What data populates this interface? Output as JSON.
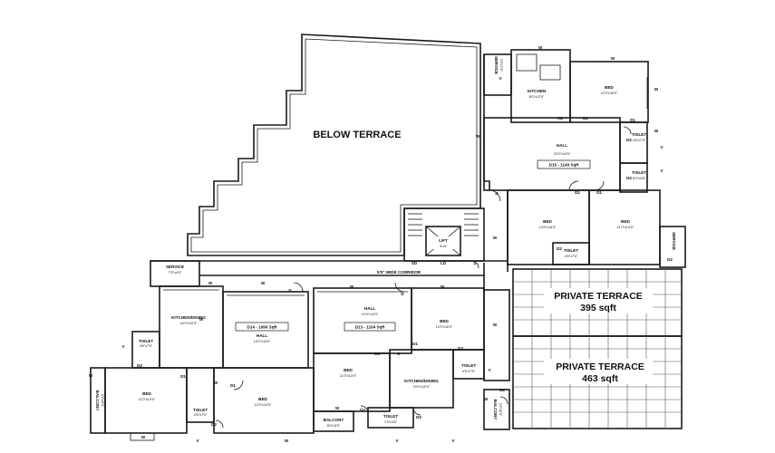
{
  "below_terrace": "BELOW TERRACE",
  "private_terrace_1": {
    "title": "PRIVATE TERRACE",
    "area": "395 sqft"
  },
  "private_terrace_2": {
    "title": "PRIVATE TERRACE",
    "area": "463 sqft"
  },
  "corridor": "5'0\" WIDE CORRIDOR",
  "lift": {
    "name": "LIFT",
    "size": "5'x5'"
  },
  "unit_d14": "D14 - 1090 Sqft",
  "unit_d15": "D15 - 1140 Sqft",
  "unit_d13": "D13 - 1104 Sqft",
  "rooms": {
    "kitchen_tr": {
      "name": "KITCHEN",
      "size": "8'0\"x12'0\""
    },
    "bed_tr": {
      "name": "BED",
      "size": "12'0\"x10'0\""
    },
    "hall_r": {
      "name": "HALL",
      "size": "20'0\"x14'0\""
    },
    "bed_r1": {
      "name": "BED",
      "size": "13'0\"x14'0\""
    },
    "bed_r2": {
      "name": "BED",
      "size": "11'0\"x14'0\""
    },
    "toilet_r1": {
      "name": "TOILET",
      "size": "4'6\"x7'0\""
    },
    "toilet_r2": {
      "name": "TOILET",
      "size": "4'6\"x7'0\""
    },
    "toilet_r3": {
      "name": "TOILET",
      "size": "8'0\"x4'6\""
    },
    "service_tr": {
      "name": "SERVICE",
      "size": "4'0\"x7'0\""
    },
    "service_l": {
      "name": "SERVICE",
      "size": "7'0\"x4'0\""
    },
    "kitchen_dining_l": {
      "name": "KITCHEN/DINING",
      "size": "10'0\"x10'0\""
    },
    "hall_l": {
      "name": "HALL",
      "size": "14'0\"x13'0\""
    },
    "bed_l1": {
      "name": "BED",
      "size": "11'0\"x13'0\""
    },
    "bed_l2": {
      "name": "BED",
      "size": "12'0\"x13'0\""
    },
    "toilet_l1": {
      "name": "TOILET",
      "size": "4'6\"x7'0\""
    },
    "toilet_l2": {
      "name": "TOILET",
      "size": "4'6\"x7'0\""
    },
    "balcony_l": {
      "name": "BALCONY",
      "size": "3'0\"x8'0\""
    },
    "hall_c": {
      "name": "HALL",
      "size": "10'0\"x13'0\""
    },
    "bed_c1": {
      "name": "BED",
      "size": "12'0\"x10'0\""
    },
    "bed_c2": {
      "name": "BED",
      "size": "11'0\"x13'0\""
    },
    "kitchen_dining_c": {
      "name": "KITCHEN/DINING",
      "size": "10'0\"x10'0\""
    },
    "balcony_c": {
      "name": "BALCONY",
      "size": "8'0\"x3'0\""
    },
    "toilet_c1": {
      "name": "TOILET",
      "size": "7'0\"x4'6\""
    },
    "toilet_c2": {
      "name": "TOILET",
      "size": "4'6\"x7'0\""
    },
    "balcony_r": {
      "name": "BALCONY",
      "size": "3'0\"x8'0\""
    },
    "service_r": {
      "name": "SERVICE",
      "size": "7'0\"x4'0\""
    }
  },
  "marks": {
    "window": "W",
    "door": "D",
    "door1": "D1",
    "door2": "D2",
    "v": "V",
    "ad": "AD",
    "ld": "LD",
    "sd": "SD"
  }
}
